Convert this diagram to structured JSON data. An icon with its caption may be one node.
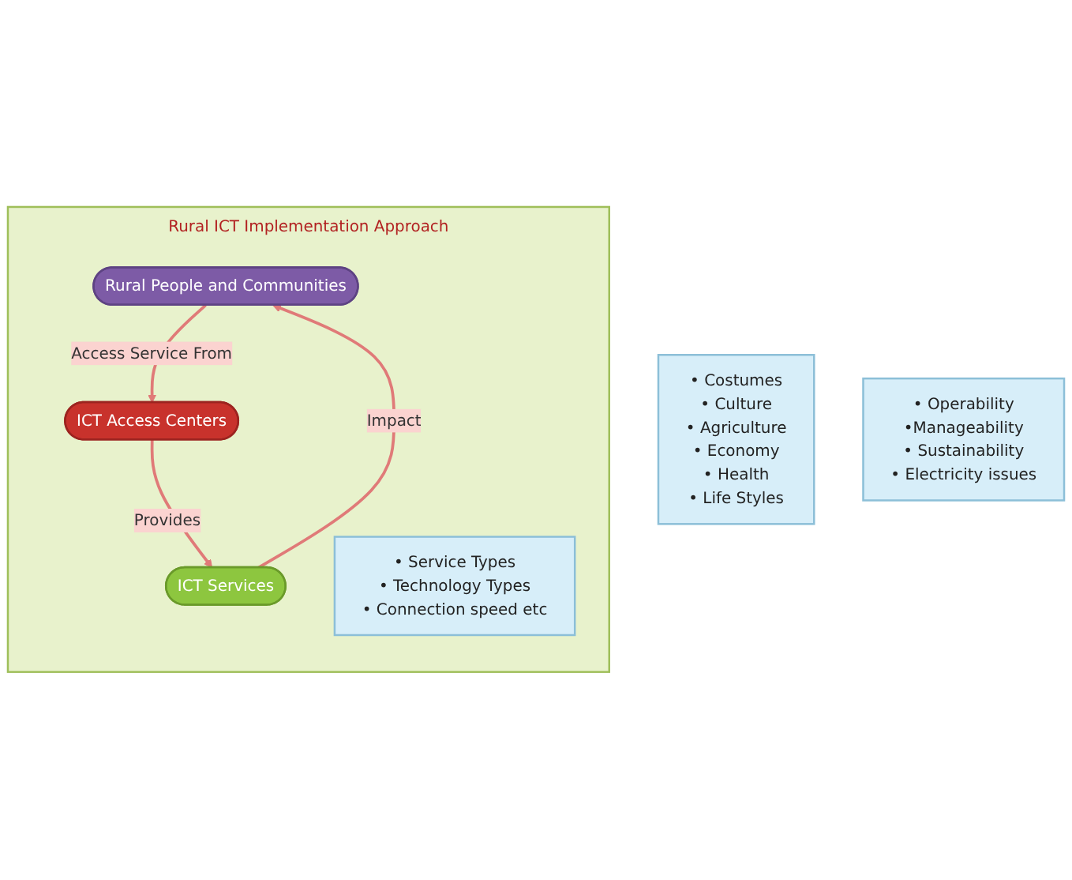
{
  "diagram": {
    "nodes": [
      {
        "text": [
          "Rural ICT Implementation Approach"
        ]
      },
      {
        "text": [
          "Rural People and Communities"
        ],
        "in": 0
      },
      {
        "text": [
          "ICT Access Centers"
        ],
        "in": 0
      },
      {
        "text": [
          "ICT Services"
        ],
        "in": 0
      },
      {
        "text": [
          "• Costumes",
          "• Culture",
          "• Agriculture",
          "• Economy",
          "• Health",
          "• Life Styles"
        ]
      },
      {
        "text": [
          "• Operability",
          "•Manageability",
          "• Sustainability",
          "• Electricity issues"
        ]
      },
      {
        "text": [
          "• Service Types",
          "• Technology Types",
          "• Connection speed etc"
        ],
        "in": 0
      }
    ],
    "edges": [
      {
        "from": 1,
        "to": 2,
        "arrow": "to",
        "label": "Access Service From"
      },
      {
        "from": 2,
        "to": 3,
        "arrow": "to",
        "label": "Provides"
      },
      {
        "from": 3,
        "to": 1,
        "arrow": "to",
        "label": "Impact"
      }
    ]
  }
}
